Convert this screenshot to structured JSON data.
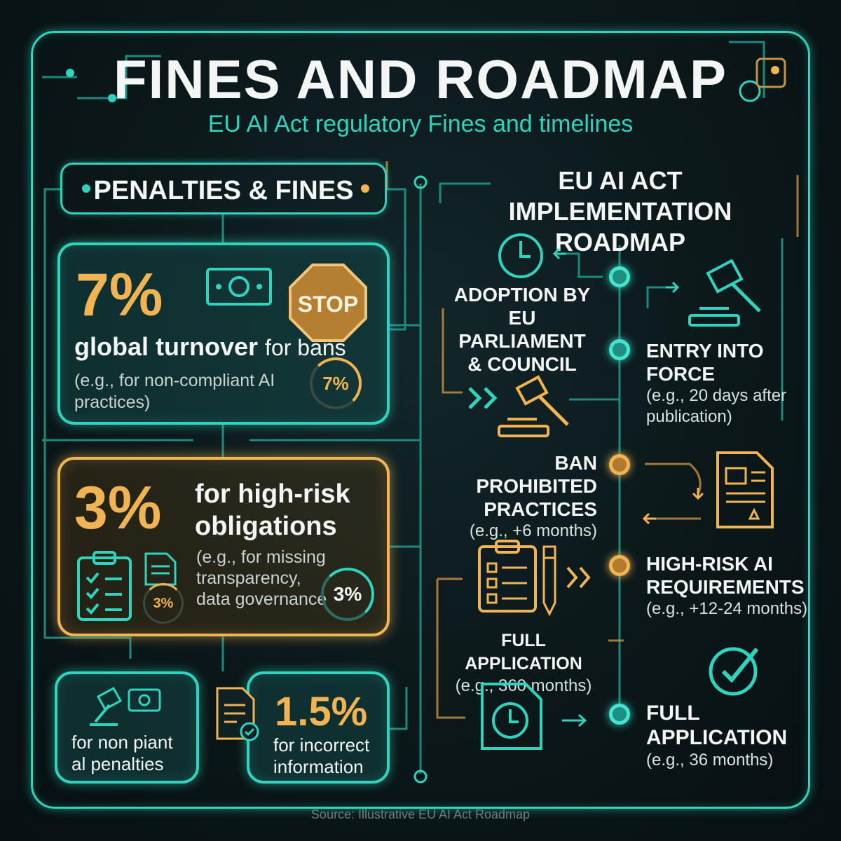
{
  "header": {
    "title": "FINES AND ROADMAP",
    "subtitle": "EU AI Act regulatory Fines and timelines"
  },
  "penalties": {
    "heading": "PENALTIES & FINES",
    "fine_7": {
      "percent": "7%",
      "label_bold": "global turnover",
      "label_rest": "for bans",
      "note_line1": "(e.g., for non-compliant AI",
      "note_line2": "practices)",
      "ring_label": "7%",
      "stop_sign": "STOP"
    },
    "fine_3": {
      "percent": "3%",
      "label_line1": "for high-risk",
      "label_line2": "obligations",
      "note_line1": "(e.g., for missing",
      "note_line2": "transparency,",
      "note_line3": "data governance",
      "ring_label": "3%",
      "small_ring_label": "3%"
    },
    "card_non_compliant": {
      "line1": "for non piant",
      "line2": "al penalties"
    },
    "fine_1_5": {
      "percent": "1.5%",
      "line1": "for incorrect",
      "line2": "information"
    }
  },
  "roadmap": {
    "heading_line1": "EU AI ACT",
    "heading_line2": "IMPLEMENTATION ROADMAP",
    "milestones": [
      {
        "title_line1": "ADOPTION BY",
        "title_line2": "EU PARLIAMENT",
        "title_line3": "& COUNCIL"
      },
      {
        "title_line1": "ENTRY INTO FORCE",
        "sub_line1": "(e.g., 20 days after",
        "sub_line2": "publication)"
      },
      {
        "title_line1": "BAN PROHIBITED",
        "title_line2": "PRACTICES",
        "sub_line1": "(e.g., +6 months)"
      },
      {
        "title_line1": "HIGH-RISK AI",
        "title_line2": "REQUIREMENTS",
        "sub_line1": "(e.g., +12-24 months)"
      },
      {
        "title_line1": "FULL APPLICATION",
        "sub_line1": "(e.g., 360 months)"
      },
      {
        "title_line1": "FULL",
        "title_line2": "APPLICATION",
        "sub_line1": "(e.g., 36 months)"
      }
    ]
  },
  "footer": {
    "source": "Source: Illustrative EU AI Act Roadmap"
  },
  "colors": {
    "teal": "#2fd4bf",
    "gold": "#f0b656",
    "background": "#0b1719",
    "text": "#f3f6f4"
  },
  "icons": [
    "clock-icon",
    "gavel-icon",
    "money-icon",
    "stop-sign-icon",
    "clipboard-icon",
    "document-icon",
    "pencil-icon",
    "checkmark-circle-icon",
    "arrow-icon",
    "chevron-double-icon"
  ]
}
